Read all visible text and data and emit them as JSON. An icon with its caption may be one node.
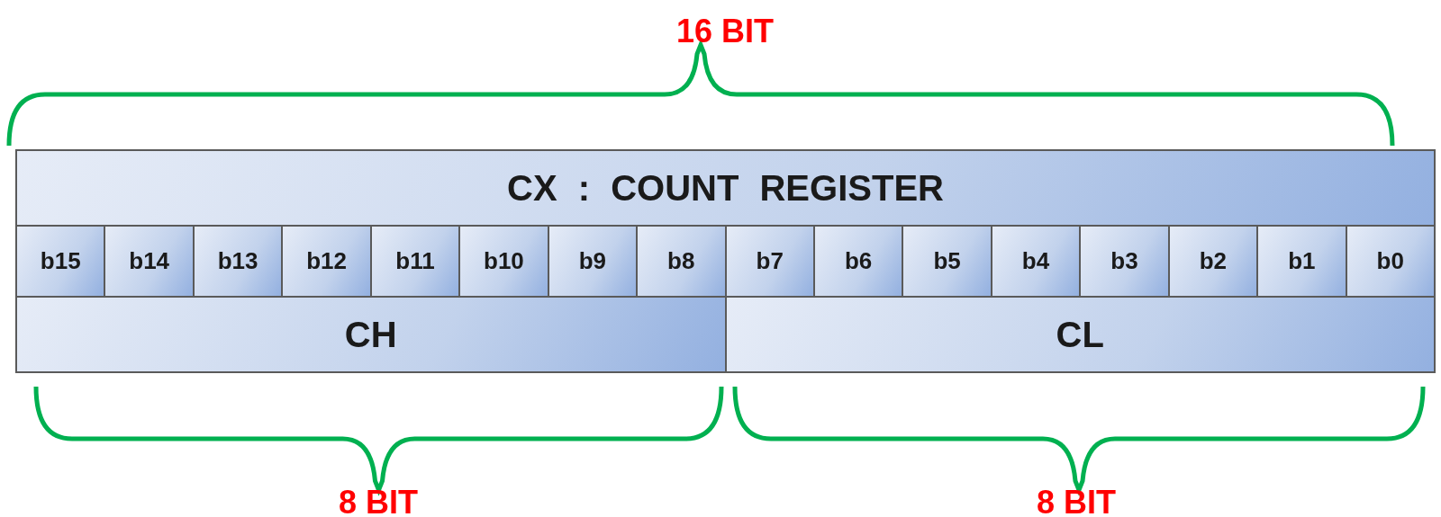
{
  "diagram": {
    "nodes": [
      {
        "text": [
          "CX : COUNT REGISTER"
        ]
      },
      {
        "text": [
          "b15"
        ]
      },
      {
        "text": [
          "b14"
        ]
      },
      {
        "text": [
          "b13"
        ]
      },
      {
        "text": [
          "b12"
        ]
      },
      {
        "text": [
          "b11"
        ]
      },
      {
        "text": [
          "b10"
        ]
      },
      {
        "text": [
          "b9"
        ]
      },
      {
        "text": [
          "b8"
        ]
      },
      {
        "text": [
          "b7"
        ]
      },
      {
        "text": [
          "b6"
        ]
      },
      {
        "text": [
          "b5"
        ]
      },
      {
        "text": [
          "b4"
        ]
      },
      {
        "text": [
          "b3"
        ]
      },
      {
        "text": [
          "b2"
        ]
      },
      {
        "text": [
          "b1"
        ]
      },
      {
        "text": [
          "b0"
        ]
      },
      {
        "text": [
          "CH"
        ]
      },
      {
        "text": [
          "CL"
        ]
      }
    ],
    "labels": [
      "16 BIT",
      "8 BIT",
      "8 BIT"
    ]
  }
}
